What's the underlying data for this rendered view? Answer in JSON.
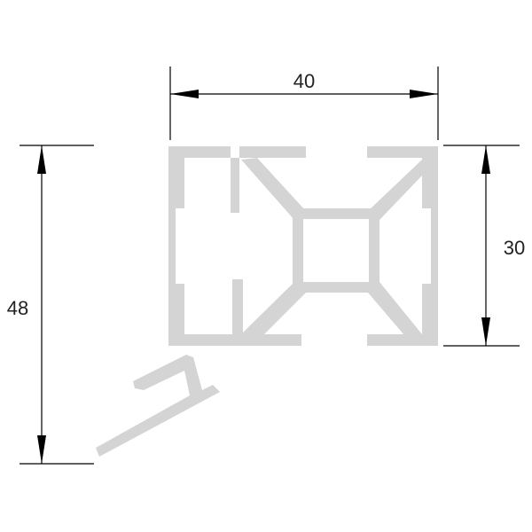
{
  "drawing": {
    "dimensions": {
      "width": "40",
      "height_right": "30",
      "height_left": "48"
    },
    "colors": {
      "profile": "#d4d4d4",
      "lines": "#000000",
      "text": "#222222"
    }
  }
}
